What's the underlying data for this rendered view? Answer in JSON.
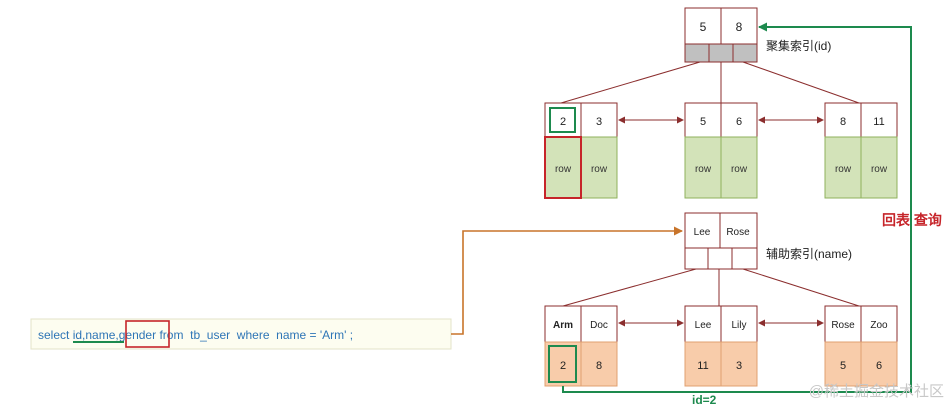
{
  "clustered": {
    "root_keys": [
      "5",
      "8"
    ],
    "label": "聚集索引(id)",
    "leaves": [
      {
        "keys": [
          "2",
          "3"
        ],
        "rows": [
          "row",
          "row"
        ]
      },
      {
        "keys": [
          "5",
          "6"
        ],
        "rows": [
          "row",
          "row"
        ]
      },
      {
        "keys": [
          "8",
          "11"
        ],
        "rows": [
          "row",
          "row"
        ]
      }
    ]
  },
  "secondary": {
    "root_keys": [
      "Lee",
      "Rose"
    ],
    "label": "辅助索引(name)",
    "leaves": [
      {
        "keys": [
          "Arm",
          "Doc"
        ],
        "ids": [
          "2",
          "8"
        ]
      },
      {
        "keys": [
          "Lee",
          "Lily"
        ],
        "ids": [
          "11",
          "3"
        ]
      },
      {
        "keys": [
          "Rose",
          "Zoo"
        ],
        "ids": [
          "5",
          "6"
        ]
      }
    ]
  },
  "query": {
    "parts": [
      "select ",
      "id,name",
      ",",
      "gender",
      " from  tb_user  where  name = 'Arm' ;"
    ]
  },
  "annotations": {
    "lookup_back": "回表 查询",
    "id_label": "id=2",
    "watermark": "@稀土掘金技术社区"
  },
  "colors": {
    "green_fill": "#d3e3b9",
    "orange_fill": "#f8ccaa",
    "gray_fill": "#c0c0c0",
    "dark_red": "#8b2e2e",
    "highlight_red": "#c6252a",
    "highlight_green": "#1d8a4e",
    "query_bg": "#fdfdf0",
    "query_text": "#2e75b6"
  }
}
